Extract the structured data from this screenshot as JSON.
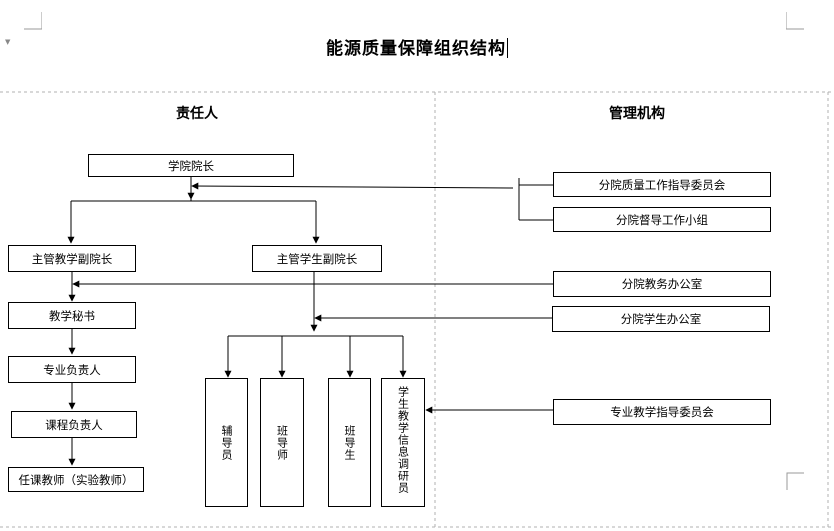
{
  "title": "能源质量保障组织结构",
  "columns": {
    "responsible": "责任人",
    "management": "管理机构"
  },
  "left_boxes": {
    "dean": "学院院长",
    "vice_dean_teaching": "主管教学副院长",
    "vice_dean_students": "主管学生副院长",
    "teaching_secretary": "教学秘书",
    "major_leader": "专业负责人",
    "course_leader": "课程负责人",
    "teacher": "任课教师（实验教师）"
  },
  "vertical_boxes": {
    "counselor": "辅导员",
    "class_teacher": "班导师",
    "class_monitor": "班导生",
    "student_info": "学生教学信息调研员"
  },
  "right_boxes": {
    "quality_committee": "分院质量工作指导委员会",
    "supervision_group": "分院督导工作小组",
    "academic_office": "分院教务办公室",
    "student_office": "分院学生办公室",
    "major_committee": "专业教学指导委员会"
  },
  "colors": {
    "line": "#000000",
    "divider": "#b0b0b0",
    "corner": "#9a9a9a"
  }
}
